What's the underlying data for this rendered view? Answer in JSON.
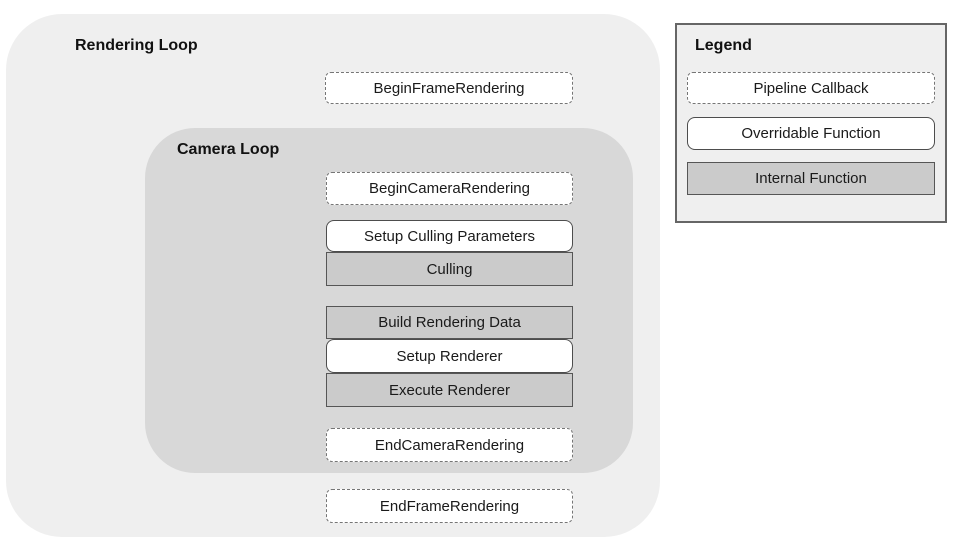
{
  "rendering_loop": {
    "title": "Rendering Loop"
  },
  "camera_loop": {
    "title": "Camera Loop"
  },
  "nodes": {
    "begin_frame_rendering": {
      "label": "BeginFrameRendering",
      "type": "pipeline-callback"
    },
    "begin_camera_rendering": {
      "label": "BeginCameraRendering",
      "type": "pipeline-callback"
    },
    "setup_culling_parameters": {
      "label": "Setup Culling Parameters",
      "type": "overridable-function"
    },
    "culling": {
      "label": "Culling",
      "type": "internal-function"
    },
    "build_rendering_data": {
      "label": "Build Rendering Data",
      "type": "internal-function"
    },
    "setup_renderer": {
      "label": "Setup Renderer",
      "type": "overridable-function"
    },
    "execute_renderer": {
      "label": "Execute Renderer",
      "type": "internal-function"
    },
    "end_camera_rendering": {
      "label": "EndCameraRendering",
      "type": "pipeline-callback"
    },
    "end_frame_rendering": {
      "label": "EndFrameRendering",
      "type": "pipeline-callback"
    }
  },
  "legend": {
    "title": "Legend",
    "items": {
      "pipeline_callback": {
        "label": "Pipeline Callback"
      },
      "overridable_function": {
        "label": "Overridable Function"
      },
      "internal_function": {
        "label": "Internal Function"
      }
    }
  },
  "colors": {
    "outer_loop_bg": "#efefef",
    "camera_loop_bg": "#d8d8d8",
    "callback_node_bg": "#ffffff",
    "overridable_node_bg": "#ffffff",
    "internal_node_bg": "#cbcbcb",
    "node_border": "#565656",
    "dashed_border": "#757575",
    "legend_bg": "#efefef",
    "legend_border": "#666666"
  }
}
